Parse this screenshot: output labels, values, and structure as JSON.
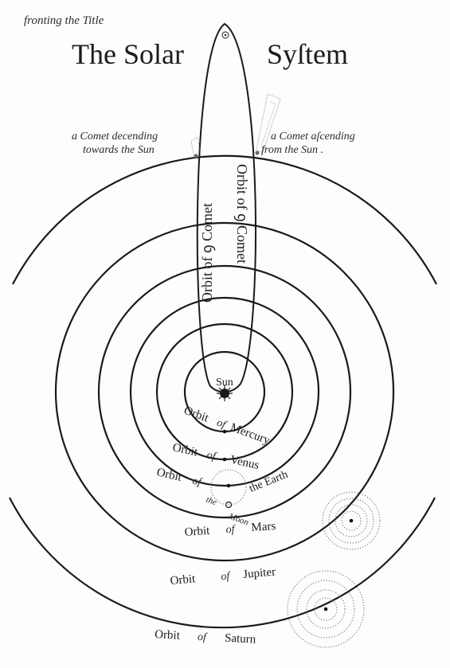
{
  "header": {
    "note": "fronting the Title",
    "title_part1": "The Solar",
    "title_part2": "Syſtem"
  },
  "comet_labels": {
    "descending_line1": "a Comet decending",
    "descending_line2": "towards the Sun",
    "ascending_line1": "a Comet aſcending",
    "ascending_line2": "from the Sun ."
  },
  "comet_orbit_labels": {
    "left": "Orbit of ꝯ Comet",
    "right": "Orbit of ꝯ Comet"
  },
  "sun_label": "Sun",
  "orbits": {
    "mercury": [
      "Orbit",
      "of",
      "Mercury"
    ],
    "venus": [
      "Orbit",
      "of",
      "Venus"
    ],
    "earth": [
      "Orbit",
      "of",
      "the Earth"
    ],
    "moon": [
      "the",
      "Moon"
    ],
    "mars": [
      "Orbit",
      "of",
      "Mars"
    ],
    "jupiter": [
      "Orbit",
      "of",
      "Jupiter"
    ],
    "saturn": [
      "Orbit",
      "of",
      "Saturn"
    ]
  },
  "colors": {
    "ink": "#1a1a1a",
    "paper": "#fdfdfc"
  }
}
